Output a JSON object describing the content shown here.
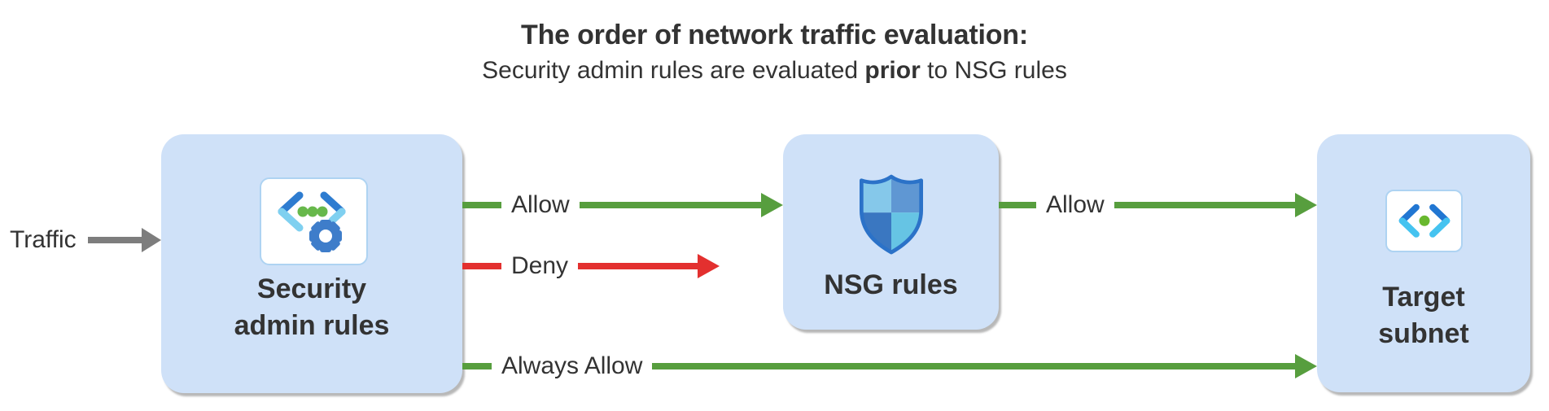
{
  "header": {
    "title": "The order of network traffic evaluation:",
    "subtitle_prefix": "Security admin rules are evaluated",
    "subtitle_bold": "prior",
    "subtitle_suffix": "to NSG rules"
  },
  "traffic": {
    "label": "Traffic",
    "arrow_color": "#7d7d7d"
  },
  "nodes": [
    {
      "id": "security-admin-rules",
      "label_line1": "Security",
      "label_line2": "admin rules",
      "icon": "code-gear-icon"
    },
    {
      "id": "nsg-rules",
      "label": "NSG rules",
      "icon": "shield-icon"
    },
    {
      "id": "target-subnet",
      "label_line1": "Target",
      "label_line2": "subnet",
      "icon": "code-dot-icon"
    }
  ],
  "arrows": [
    {
      "id": "traffic-in",
      "label": "Traffic",
      "color": "#7d7d7d",
      "from": "outside",
      "to": "security-admin-rules"
    },
    {
      "id": "allow-to-nsg",
      "label": "Allow",
      "color": "#579e3e",
      "from": "security-admin-rules",
      "to": "nsg-rules"
    },
    {
      "id": "deny",
      "label": "Deny",
      "color": "#e3302f",
      "from": "security-admin-rules",
      "to": "dropped"
    },
    {
      "id": "allow-to-target",
      "label": "Allow",
      "color": "#579e3e",
      "from": "nsg-rules",
      "to": "target-subnet"
    },
    {
      "id": "always-allow",
      "label": "Always Allow",
      "color": "#579e3e",
      "from": "security-admin-rules",
      "to": "target-subnet"
    }
  ],
  "colors": {
    "box_fill": "#cfe1f8",
    "icon_card_border": "#aed3f2",
    "allow_green": "#579e3e",
    "deny_red": "#e3302f",
    "traffic_gray": "#7d7d7d",
    "text": "#333333",
    "bracket_dark_blue": "#2e7cd0",
    "bracket_cyan": "#6fc9ee",
    "dot_green": "#67b84b",
    "gear_blue": "#3e7dca",
    "shield_border": "#2b72c8",
    "shield_top_left": "#85c8ea",
    "shield_top_right": "#5f97d3",
    "shield_bottom_left": "#3a77c1",
    "shield_bottom_right": "#66c4e4"
  }
}
